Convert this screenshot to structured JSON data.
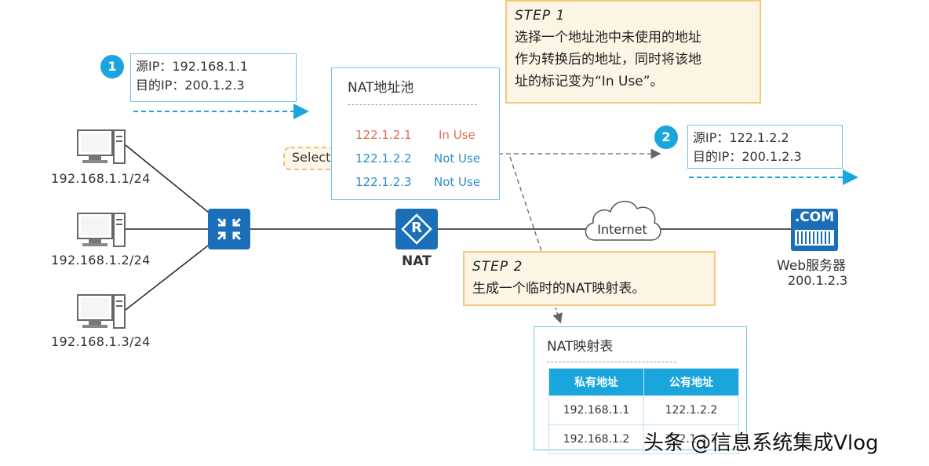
{
  "hosts": [
    {
      "ip": "192.168.1.1/24"
    },
    {
      "ip": "192.168.1.2/24"
    },
    {
      "ip": "192.168.1.3/24"
    }
  ],
  "packet1": {
    "num": "1",
    "src": "源IP：192.168.1.1",
    "dst": "目的IP：200.1.2.3"
  },
  "packet2": {
    "num": "2",
    "src": "源IP：122.1.2.2",
    "dst": "目的IP：200.1.2.3"
  },
  "nat_pool": {
    "title": "NAT地址池",
    "rows": [
      {
        "ip": "122.1.2.1",
        "status": "In Use"
      },
      {
        "ip": "122.1.2.2",
        "status": "Not Use"
      },
      {
        "ip": "122.1.2.3",
        "status": "Not Use"
      }
    ],
    "select_label": "Select"
  },
  "step1": {
    "title": "STEP 1",
    "lines": [
      "选择一个地址池中未使用的地址",
      "作为转换后的地址，同时将该地",
      "址的标记变为“In Use”。"
    ]
  },
  "step2": {
    "title": "STEP 2",
    "lines": [
      "生成一个临时的NAT映射表。"
    ]
  },
  "nat_label": "NAT",
  "router_letter": "R",
  "internet_label": "Internet",
  "server": {
    "badge": ".COM",
    "name": "Web服务器",
    "ip": "200.1.2.3"
  },
  "nat_map": {
    "title": "NAT映射表",
    "headers": [
      "私有地址",
      "公有地址"
    ],
    "rows": [
      [
        "192.168.1.1",
        "122.1.2.2"
      ],
      [
        "192.168.1.2",
        "122.1.2.3"
      ]
    ]
  },
  "watermark": "头条 @信息系统集成Vlog",
  "colors": {
    "accent": "#1aa6dc",
    "device": "#1b6fb8",
    "in_use": "#e06b5a",
    "not_use": "#2a90c8",
    "step_bg": "#fdf5e4",
    "step_border": "#f5c87a"
  }
}
